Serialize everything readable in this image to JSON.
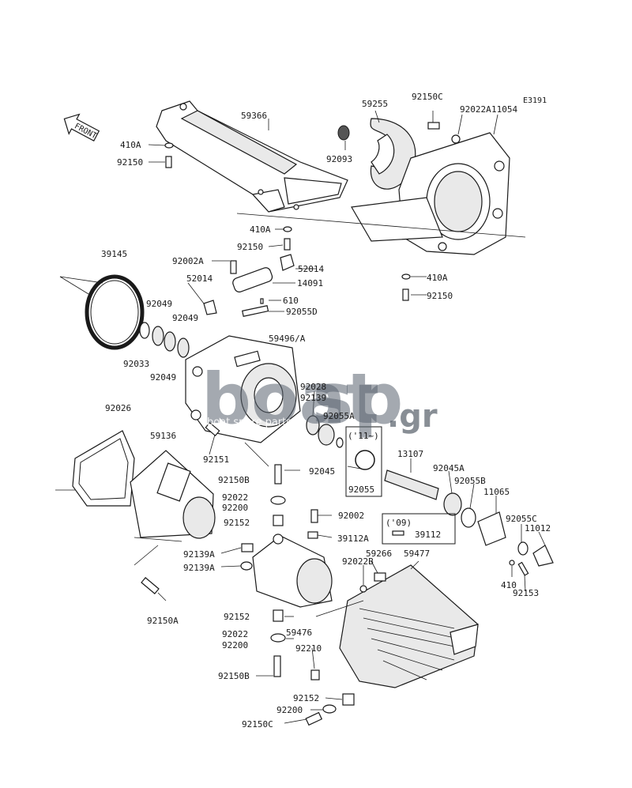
{
  "diagram_code": "E3191",
  "front_label": "FRONT",
  "watermark": {
    "left": "boat",
    "right": "sp",
    "suffix": ".gr",
    "tagline": "boat spare parts"
  },
  "labels": [
    {
      "id": "59366",
      "text": "59366"
    },
    {
      "id": "410A_1",
      "text": "410A"
    },
    {
      "id": "92150_1",
      "text": "92150"
    },
    {
      "id": "59255",
      "text": "59255"
    },
    {
      "id": "92150C_1",
      "text": "92150C"
    },
    {
      "id": "92022A",
      "text": "92022A"
    },
    {
      "id": "11054",
      "text": "11054"
    },
    {
      "id": "92093",
      "text": "92093"
    },
    {
      "id": "410A_2",
      "text": "410A"
    },
    {
      "id": "92150_2",
      "text": "92150"
    },
    {
      "id": "39145",
      "text": "39145"
    },
    {
      "id": "92002A",
      "text": "92002A"
    },
    {
      "id": "52014_1",
      "text": "52014"
    },
    {
      "id": "52014_2",
      "text": "52014"
    },
    {
      "id": "14091",
      "text": "14091"
    },
    {
      "id": "410A_3",
      "text": "410A"
    },
    {
      "id": "92150_3",
      "text": "92150"
    },
    {
      "id": "610",
      "text": "610"
    },
    {
      "id": "92055D",
      "text": "92055D"
    },
    {
      "id": "92049_1",
      "text": "92049"
    },
    {
      "id": "92049_2",
      "text": "92049"
    },
    {
      "id": "92033",
      "text": "92033"
    },
    {
      "id": "92049_3",
      "text": "92049"
    },
    {
      "id": "59496A",
      "text": "59496/A"
    },
    {
      "id": "92028",
      "text": "92028"
    },
    {
      "id": "92139",
      "text": "92139"
    },
    {
      "id": "92055A",
      "text": "92055A"
    },
    {
      "id": "92026",
      "text": "92026"
    },
    {
      "id": "59136",
      "text": "59136"
    },
    {
      "id": "92151",
      "text": "92151"
    },
    {
      "id": "yr11",
      "text": "('11~)"
    },
    {
      "id": "13107",
      "text": "13107"
    },
    {
      "id": "92045",
      "text": "92045"
    },
    {
      "id": "92055",
      "text": "92055"
    },
    {
      "id": "92045A",
      "text": "92045A"
    },
    {
      "id": "92055B",
      "text": "92055B"
    },
    {
      "id": "11065",
      "text": "11065"
    },
    {
      "id": "92150B_1",
      "text": "92150B"
    },
    {
      "id": "92022_1",
      "text": "92022"
    },
    {
      "id": "92200_1",
      "text": "92200"
    },
    {
      "id": "92002",
      "text": "92002"
    },
    {
      "id": "yr09",
      "text": "('09)"
    },
    {
      "id": "92055C",
      "text": "92055C"
    },
    {
      "id": "11012",
      "text": "11012"
    },
    {
      "id": "92152_1",
      "text": "92152"
    },
    {
      "id": "39112A",
      "text": "39112A"
    },
    {
      "id": "39112",
      "text": "39112"
    },
    {
      "id": "92139A_1",
      "text": "92139A"
    },
    {
      "id": "92139A_2",
      "text": "92139A"
    },
    {
      "id": "59266",
      "text": "59266"
    },
    {
      "id": "59477",
      "text": "59477"
    },
    {
      "id": "92022B",
      "text": "92022B"
    },
    {
      "id": "410",
      "text": "410"
    },
    {
      "id": "92153",
      "text": "92153"
    },
    {
      "id": "92150A",
      "text": "92150A"
    },
    {
      "id": "92152_2",
      "text": "92152"
    },
    {
      "id": "59476",
      "text": "59476"
    },
    {
      "id": "92022_2",
      "text": "92022"
    },
    {
      "id": "92200_2",
      "text": "92200"
    },
    {
      "id": "92210",
      "text": "92210"
    },
    {
      "id": "92150B_2",
      "text": "92150B"
    },
    {
      "id": "92152_3",
      "text": "92152"
    },
    {
      "id": "92200_3",
      "text": "92200"
    },
    {
      "id": "92150C_2",
      "text": "92150C"
    }
  ]
}
